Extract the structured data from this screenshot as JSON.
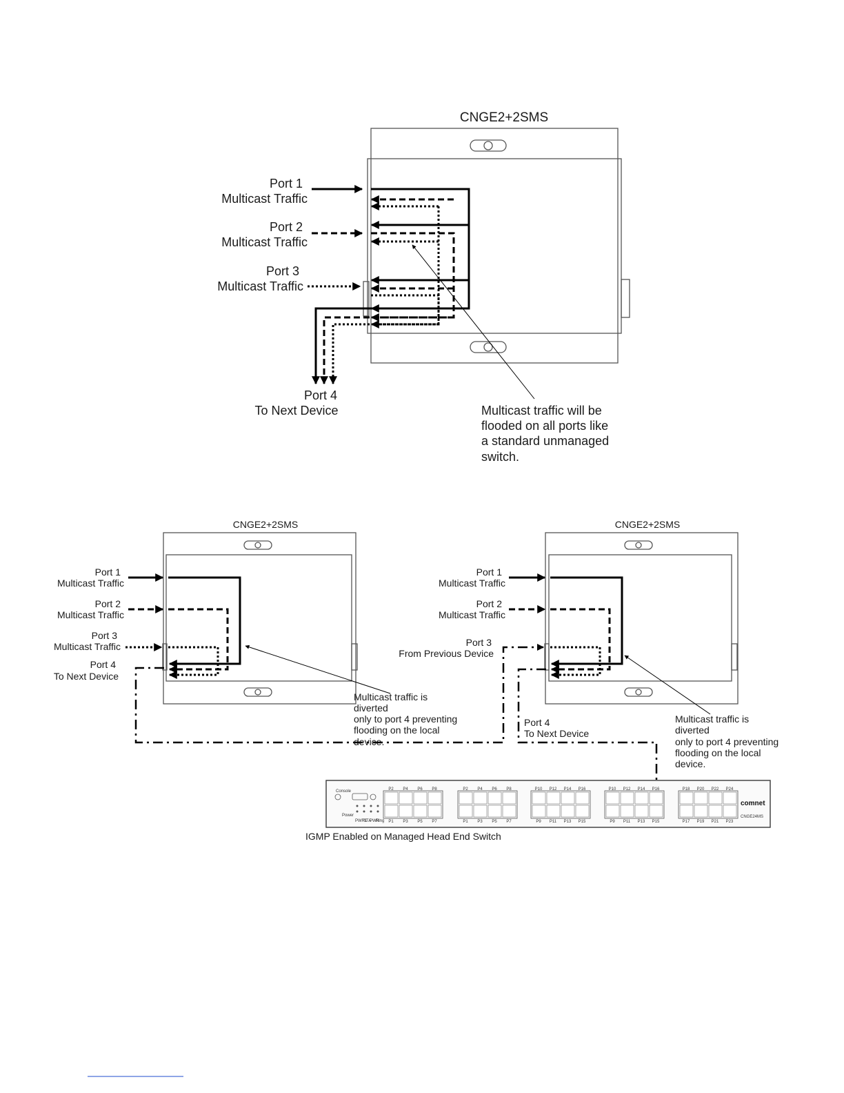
{
  "diagram_top": {
    "title": "CNGE2+2SMS",
    "port1": [
      "Port 1",
      "Multicast Traffic"
    ],
    "port2": [
      "Port 2",
      "Multicast Traffic"
    ],
    "port3": [
      "Port 3",
      "Multicast Traffic"
    ],
    "port4": [
      "Port 4",
      "To Next Device"
    ],
    "note": [
      "Multicast traffic will be",
      "flooded on all ports like",
      "a standard unmanaged",
      "switch."
    ]
  },
  "diagram_left": {
    "title": "CNGE2+2SMS",
    "port1": [
      "Port 1",
      "Multicast Traffic"
    ],
    "port2": [
      "Port 2",
      "Multicast Traffic"
    ],
    "port3": [
      "Port 3",
      "Multicast Traffic"
    ],
    "port4": [
      "Port 4",
      "To Next Device"
    ],
    "note": [
      "Multicast traffic is",
      "diverted",
      "only to port 4 preventing",
      "flooding on the local",
      "device."
    ]
  },
  "diagram_right": {
    "title": "CNGE2+2SMS",
    "port1": [
      "Port 1",
      "Multicast Traffic"
    ],
    "port2": [
      "Port 2",
      "Multicast Traffic"
    ],
    "port3": [
      "Port 3",
      "From Previous Device"
    ],
    "port4": [
      "Port 4",
      "To Next Device"
    ],
    "note": [
      "Multicast traffic is",
      "diverted",
      "only to port 4 preventing",
      "flooding on the local",
      "device."
    ]
  },
  "head_end_switch": {
    "caption": "IGMP Enabled on Managed Head End Switch",
    "console_label": "Console",
    "power_label": "Power",
    "led_labels": [
      "PWR1",
      "STA",
      "PWR",
      "Ring"
    ],
    "group_top": [
      [
        "P2",
        "P4",
        "P6",
        "P8"
      ],
      [
        "P2",
        "P4",
        "P6",
        "P8"
      ],
      [
        "P10",
        "P12",
        "P14",
        "P16"
      ],
      [
        "P10",
        "P12",
        "P14",
        "P16"
      ],
      [
        "P18",
        "P20",
        "P22",
        "P24"
      ]
    ],
    "group_bottom": [
      [
        "P1",
        "P3",
        "P5",
        "P7"
      ],
      [
        "P1",
        "P3",
        "P5",
        "P7"
      ],
      [
        "P9",
        "P11",
        "P13",
        "P15"
      ],
      [
        "P9",
        "P11",
        "P13",
        "P15"
      ],
      [
        "P17",
        "P19",
        "P21",
        "P23"
      ]
    ],
    "brand": "comnet",
    "model": "CNGE24MS"
  }
}
